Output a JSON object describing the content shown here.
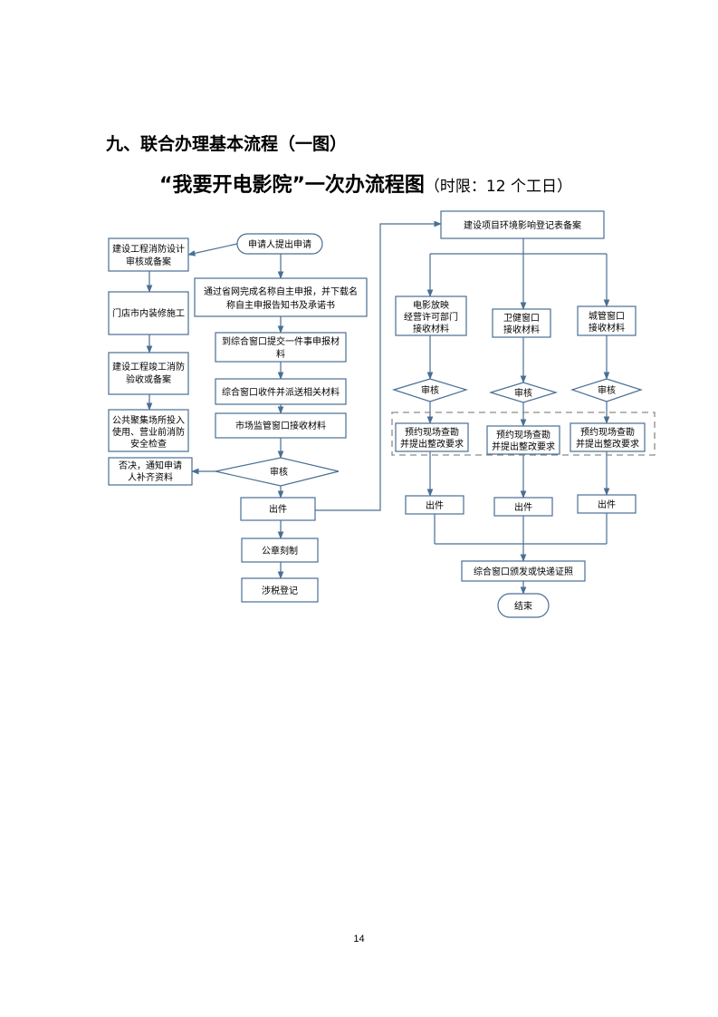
{
  "section_title": "九、联合办理基本流程（一图）",
  "main_title": "“我要开电影院”一次办流程图",
  "main_title_note": "（时限：12 个工日）",
  "nodes": {
    "apply": "申请人提出申请",
    "left_fire_design": [
      "建设工程消防设计",
      "审核或备案"
    ],
    "left_renovation": "门店市内装修施工",
    "left_fire_acceptance": [
      "建设工程竣工消防",
      "验收或备案"
    ],
    "left_safety_check": [
      "公共聚集场所投入",
      "使用、营业前消防",
      "安全检查"
    ],
    "name_declare": [
      "通过省网完成名称自主申报，并下载名",
      "称自主申报告知书及承诺书"
    ],
    "submit_window": [
      "到综合窗口提交一件事申报材",
      "料"
    ],
    "window_dispatch": "综合窗口收件并派送相关材料",
    "market_receive": "市场监管窗口接收材料",
    "review_center": "审核",
    "reject_notice": [
      "否决，通知申请",
      "人补齐资料"
    ],
    "issue_center": "出件",
    "seal": "公章刻制",
    "tax": "涉税登记",
    "env_filing": "建设项目环境影响登记表备案",
    "film_permit": [
      "电影放映",
      "经营许可部门",
      "接收材料"
    ],
    "health_window": [
      "卫健窗口",
      "接收材料"
    ],
    "urban_window": [
      "城管窗口",
      "接收材料"
    ],
    "review": "审核",
    "site_inspection": [
      "预约现场查勘",
      "并提出整改要求"
    ],
    "issue": "出件",
    "deliver": "综合窗口颁发或快递证照",
    "end": "结束"
  },
  "page_number": "14"
}
